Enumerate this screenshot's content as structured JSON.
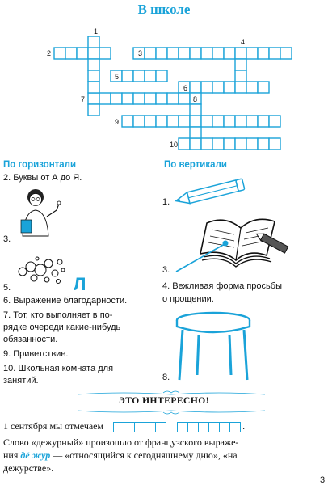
{
  "title": "В школе",
  "crossword": {
    "clue_numbers": [
      "1",
      "2",
      "3",
      "4",
      "5",
      "6",
      "7",
      "8",
      "9",
      "10"
    ],
    "across_rows": [
      {
        "num": "2",
        "cells": 5
      },
      {
        "num": "3",
        "cells": 14
      },
      {
        "num": "5",
        "cells": 5
      },
      {
        "num": "6",
        "cells": 8
      },
      {
        "num": "7",
        "cells": 9
      },
      {
        "num": "9",
        "cells": 14
      },
      {
        "num": "10",
        "cells": 9
      }
    ]
  },
  "across": {
    "header": "По горизонтали",
    "c2": "2. Буквы от А до Я.",
    "c3": "3.",
    "c5": "5.",
    "c5_letter": "Л",
    "c6": "6. Выражение благодарности.",
    "c7a": "7. Тот, кто выполняет в по-",
    "c7b": "рядке очереди какие-нибудь",
    "c7c": "обязанности.",
    "c9": "9. Приветствие.",
    "c10a": "10. Школьная комната для",
    "c10b": "занятий."
  },
  "down": {
    "header": "По вертикали",
    "c1": "1.",
    "c3": "3.",
    "c4a": "4. Вежливая форма просьбы",
    "c4b": "о прощении.",
    "c8": "8."
  },
  "interesting": {
    "heading": "ЭТО ИНТЕРЕСНО!",
    "line1": "1 сентября мы отмечаем",
    "line1_end": ".",
    "boxes_word1": 5,
    "boxes_word2": 6,
    "line2": "Слово «дежурный» произошло от французского выраже-",
    "line3_pre": "ния",
    "line3_blue": "дё жур",
    "line3_post": "— «относящийся к сегодняшнему дню», «на",
    "line4": "дежурстве»."
  },
  "page_number": "3",
  "colors": {
    "accent": "#1aa3d9",
    "text": "#111111"
  }
}
